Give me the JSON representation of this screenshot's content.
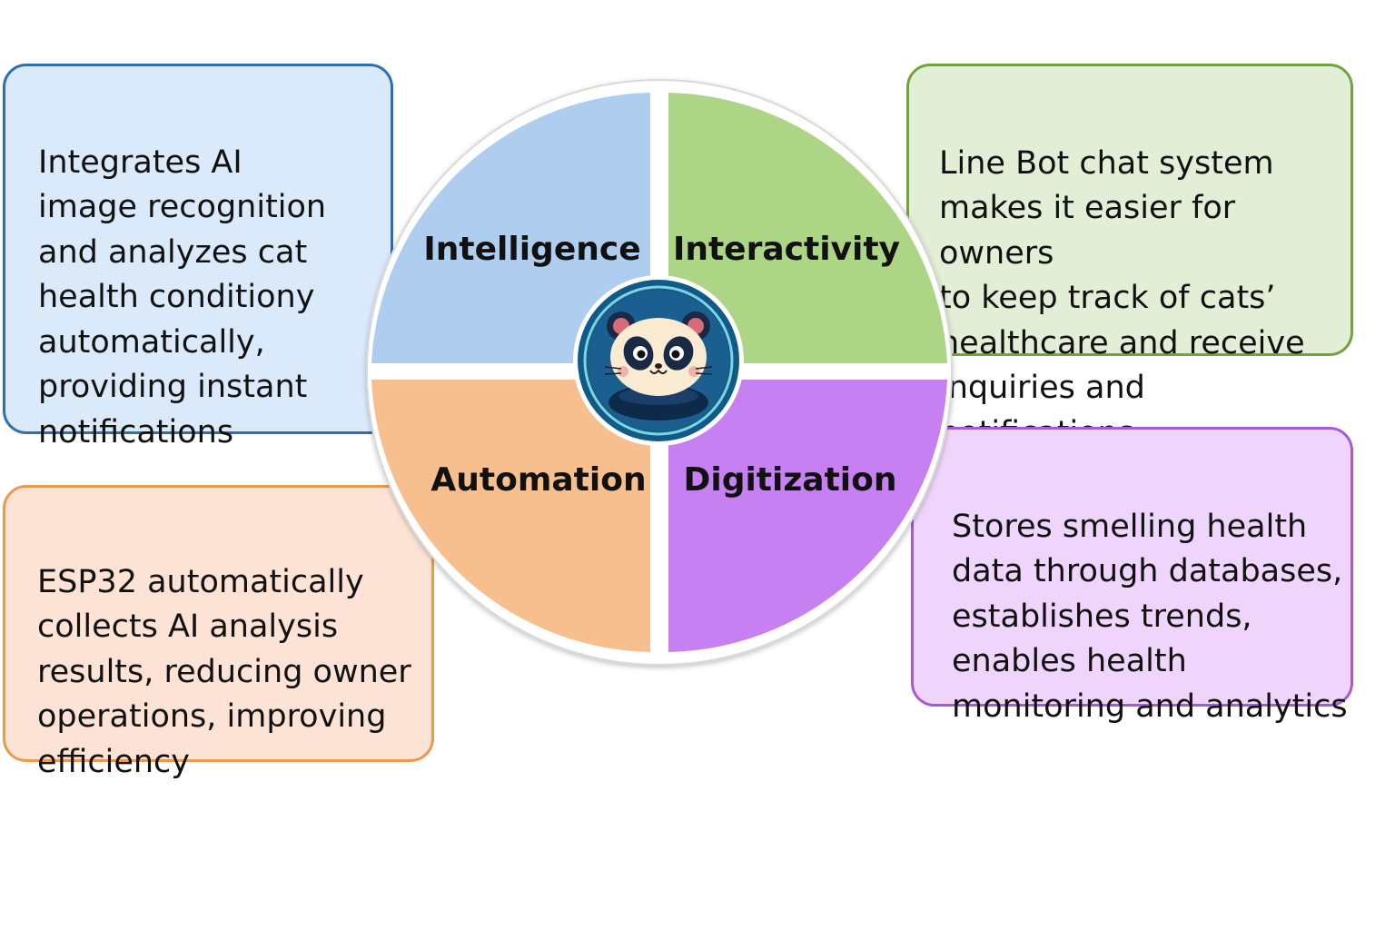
{
  "boxes": {
    "intelligence": "Integrates AI\nimage recognition\nand analyzes cat\nhealth conditiony\nautomatically,\nproviding instant\nnotifications",
    "interactivity": "Line Bot chat system\nmakes it easier for owners\nto keep track of cats’\nhealthcare and receive\ninquiries and notifications",
    "automation": "ESP32 automatically\ncollects AI analysis\nresults, reducing owner\noperations, improving\nefficiency",
    "digitization": "Stores smelling health\ndata through databases,\nestablishes trends,\nenables health\nmonitoring and analytics"
  },
  "quadrants": {
    "intelligence": "Intelligence",
    "interactivity": "Interactivity",
    "automation": "Automation",
    "digitization": "Digitization"
  },
  "colors": {
    "intelligence": "#aecdef",
    "interactivity": "#acd585",
    "automation": "#f8bf8e",
    "digitization": "#c680f2",
    "center_badge": "#0f5a86"
  },
  "center_icon": "panda-cat-mascot-icon"
}
